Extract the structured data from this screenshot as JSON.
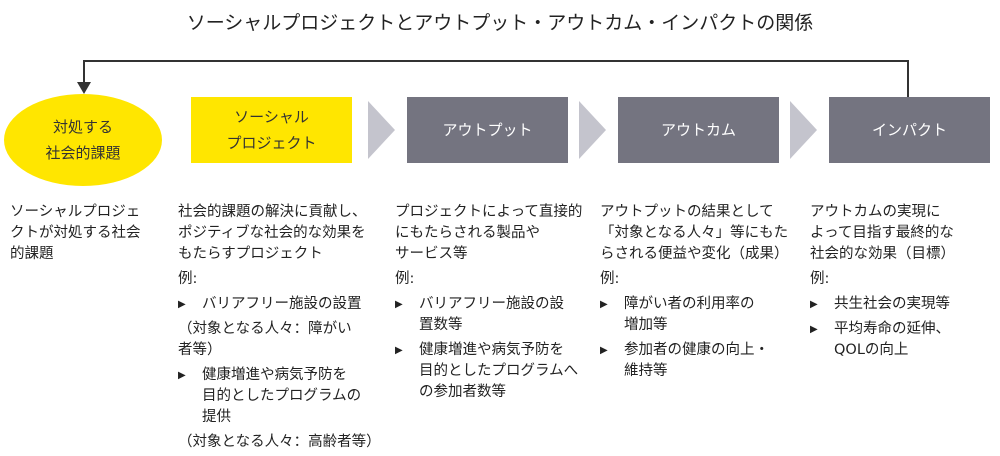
{
  "title": "ソーシャルプロジェクトとアウトプット・アウトカム・インパクトの関係",
  "stages": [
    {
      "lines": [
        "対処する",
        "社会的課題"
      ]
    },
    {
      "lines": [
        "ソーシャル",
        "プロジェクト"
      ]
    },
    {
      "lines": [
        "アウトプット"
      ]
    },
    {
      "lines": [
        "アウトカム"
      ]
    },
    {
      "lines": [
        "インパクト"
      ]
    }
  ],
  "columns": [
    {
      "desc": [
        "ソーシャルプロジェ",
        "クトが対処する社会",
        "的課題"
      ]
    },
    {
      "desc": [
        "社会的課題の解決に貢献し、",
        "ポジティブな社会的な効果を",
        "もたらすプロジェクト"
      ],
      "example_label": "例:",
      "items": [
        {
          "lines": [
            "バリアフリー施設の設置"
          ],
          "note": [
            "（対象となる人々：障がい",
            "者等）"
          ]
        },
        {
          "lines": [
            "健康増進や病気予防を",
            "目的としたプログラムの",
            "提供"
          ],
          "note": [
            "（対象となる人々：高齢者等）"
          ]
        }
      ]
    },
    {
      "desc": [
        "プロジェクトによって直接的",
        "にもたらされる製品や",
        "サービス等"
      ],
      "example_label": "例:",
      "items": [
        {
          "lines": [
            "バリアフリー施設の設",
            "置数等"
          ]
        },
        {
          "lines": [
            "健康増進や病気予防を",
            "目的としたプログラムへ",
            "の参加者数等"
          ]
        }
      ]
    },
    {
      "desc": [
        "アウトプットの結果として",
        "「対象となる人々」等にもた",
        "らされる便益や変化（成果）"
      ],
      "example_label": "例:",
      "items": [
        {
          "lines": [
            "障がい者の利用率の",
            "増加等"
          ]
        },
        {
          "lines": [
            "参加者の健康の向上・",
            "維持等"
          ]
        }
      ]
    },
    {
      "desc": [
        "アウトカムの実現に",
        "よって目指す最終的な",
        "社会的な効果（目標）"
      ],
      "example_label": "例:",
      "items": [
        {
          "lines": [
            "共生社会の実現等"
          ]
        },
        {
          "lines": [
            "平均寿命の延伸、",
            "QOLの向上"
          ]
        }
      ]
    }
  ],
  "colors": {
    "yellow": "#FFE600",
    "dark_gray": "#747480",
    "chevron": "#C4C4CD"
  }
}
